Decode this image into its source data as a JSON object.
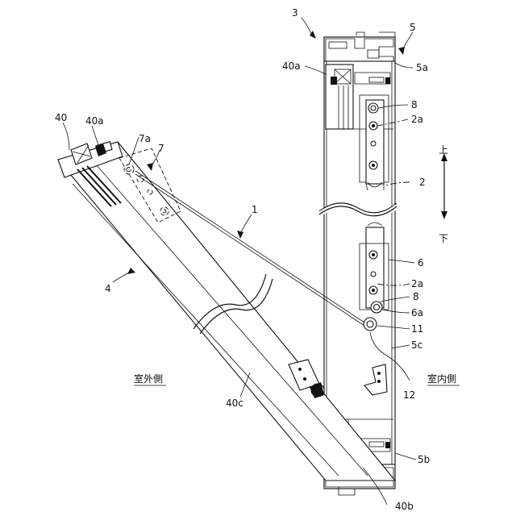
{
  "labels": {
    "l3": "3",
    "l5": "5",
    "l5a": "5a",
    "l40a_right": "40a",
    "l8_top": "8",
    "l2a_top": "2a",
    "l2": "2",
    "l40": "40",
    "l40a_left": "40a",
    "l7a": "7a",
    "l7": "7",
    "l1": "1",
    "l6": "6",
    "l2a_bot": "2a",
    "l8_bot": "8",
    "l6a": "6a",
    "l11": "11",
    "l5c": "5c",
    "l4": "4",
    "l12": "12",
    "l40c": "40c",
    "l5b": "5b",
    "l40b": "40b",
    "up": "上",
    "down": "下",
    "outdoor": "室外側",
    "indoor": "室内側"
  }
}
